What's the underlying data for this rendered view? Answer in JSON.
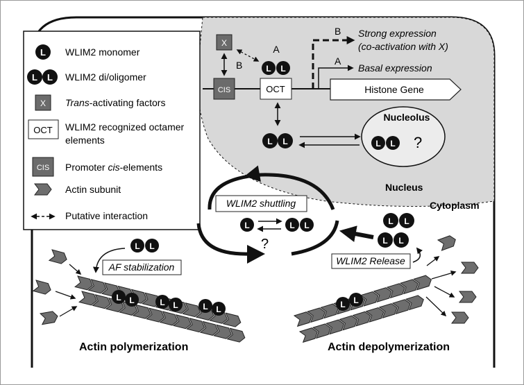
{
  "legend": {
    "items": [
      {
        "glyph": "L",
        "label": "WLIM2 monomer"
      },
      {
        "glyph": "LL",
        "label": "WLIM2 di/oligomer"
      },
      {
        "glyph": "X",
        "label_italic": "Trans",
        "label": "-activating factors"
      },
      {
        "glyph": "OCT",
        "label": "WLIM2 recognized octamer",
        "label2": "elements"
      },
      {
        "glyph": "CIS",
        "label": "Promoter ",
        "label_italic": "cis",
        "label_tail": "-elements"
      },
      {
        "glyph": "actin-subunit",
        "label": "Actin subunit"
      },
      {
        "glyph": "dashed-arrow",
        "label": "Putative interaction"
      }
    ]
  },
  "nucleus": {
    "label": "Nucleus",
    "nucleolus_label": "Nucleolus",
    "question": "?",
    "gene_label": "Histone Gene",
    "cis_label": "CIS",
    "oct_label": "OCT",
    "x_label": "X",
    "path_a": "A",
    "path_b": "B",
    "strong_expression": "Strong expression",
    "strong_expression_sub": "(co-activation with X)",
    "basal_expression": "Basal expression"
  },
  "cytoplasm": {
    "label": "Cytoplasm",
    "shuttling_label": "WLIM2 shuttling",
    "shuttling_question": "?",
    "af_stabilization": "AF stabilization",
    "release_label": "WLIM2 Release",
    "actin_polymerization": "Actin polymerization",
    "actin_depolymerization": "Actin depolymerization"
  },
  "monomer_letter": "L",
  "colors": {
    "nucleus_fill": "#d8d8d8",
    "nucleolus_fill": "#ececec",
    "actin_fill": "#6e6e6e",
    "dark_box": "#6b6b6b",
    "wlim_fill": "#111111"
  }
}
